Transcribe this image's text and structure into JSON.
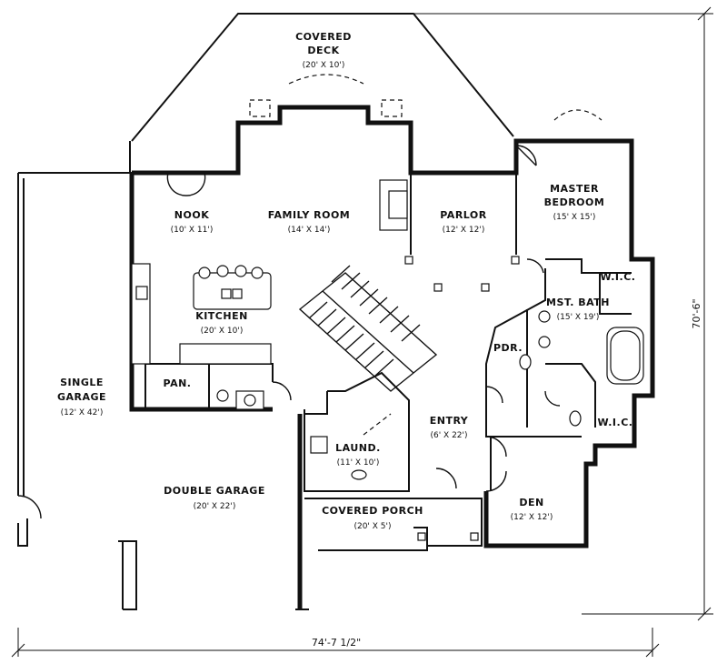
{
  "rooms": {
    "covered_deck": {
      "name_line1": "COVERED",
      "name_line2": "DECK",
      "size": "(20' X 10')"
    },
    "nook": {
      "name": "NOOK",
      "size": "(10' X 11')"
    },
    "family_room": {
      "name": "FAMILY ROOM",
      "size": "(14' X 14')"
    },
    "parlor": {
      "name": "PARLOR",
      "size": "(12' X 12')"
    },
    "master_bedroom": {
      "name_line1": "MASTER",
      "name_line2": "BEDROOM",
      "size": "(15' X 15')"
    },
    "wic_upper": {
      "name": "W.I.C."
    },
    "mst_bath": {
      "name": "MST. BATH",
      "size": "(15' X 19')"
    },
    "kitchen": {
      "name": "KITCHEN",
      "size": "(20' X 10')"
    },
    "pdr": {
      "name": "PDR."
    },
    "pan": {
      "name": "PAN."
    },
    "single_garage": {
      "name_line1": "SINGLE",
      "name_line2": "GARAGE",
      "size": "(12' X 42')"
    },
    "entry": {
      "name": "ENTRY",
      "size": "(6' X 22')"
    },
    "laund": {
      "name": "LAUND.",
      "size": "(11' X 10')"
    },
    "wic_lower": {
      "name": "W.I.C."
    },
    "double_garage": {
      "name": "DOUBLE GARAGE",
      "size": "(20' X 22')"
    },
    "den": {
      "name": "DEN",
      "size": "(12' X 12')"
    },
    "covered_porch": {
      "name": "COVERED PORCH",
      "size": "(20' X 5')"
    }
  },
  "dimensions": {
    "overall_width": "74'-7 1/2\"",
    "overall_depth": "70'-6\""
  }
}
